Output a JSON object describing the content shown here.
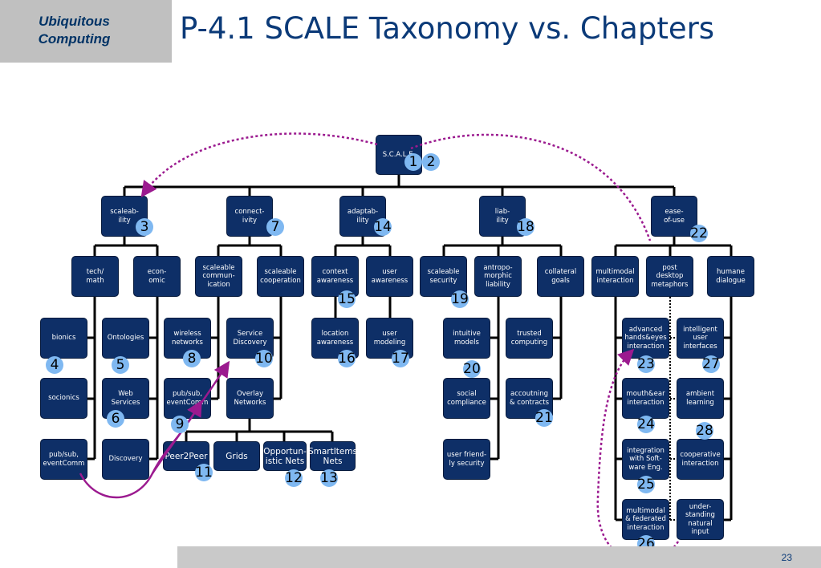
{
  "header": {
    "corner_label": "Ubiquitous\nComputing",
    "title": "P-4.1 SCALE Taxonomy vs. Chapters"
  },
  "footer": {
    "page_number": "23"
  },
  "colors": {
    "node_fill": "#0e2f67",
    "badge_fill": "#7fb8f1",
    "connector": "#000000",
    "arrow": "#9b1a8f",
    "title": "#0b3a78"
  },
  "nodes": {
    "root": "S.C.A.L.E.",
    "scaleability": "scaleab-\nility",
    "connectivity": "connect-\nivity",
    "adaptability": "adaptab-\nility",
    "liability": "liab-\nility",
    "ease_of_use": "ease-\nof-use",
    "tech_math": "tech/\nmath",
    "economic": "econ-\nomic",
    "scaleable_communication": "scaleable\ncommun-\nication",
    "scaleable_cooperation": "scaleable\ncooperation",
    "context_awareness": "context\nawareness",
    "user_awareness": "user\nawareness",
    "scaleable_security": "scaleable\nsecurity",
    "antropomorphic_liability": "antropo-\nmorphic\nliability",
    "collateral_goals": "collateral\ngoals",
    "multimodal_interaction": "multimodal\ninteraction",
    "post_desktop_metaphors": "post\ndesktop\nmetaphors",
    "humane_dialogue": "humane\ndialogue",
    "bionics": "bionics",
    "ontologies": "Ontologies",
    "wireless_networks": "wireless\nnetworks",
    "service_discovery": "Service\nDiscovery",
    "location_awareness": "location\nawareness",
    "user_modeling": "user\nmodeling",
    "intuitive_models": "intuitive\nmodels",
    "trusted_computing": "trusted\ncomputing",
    "advanced_hands_eyes": "advanced\nhands&eyes\ninteraction",
    "intelligent_user_interfaces": "intelligent\nuser\ninterfaces",
    "socionics": "socionics",
    "web_services": "Web\nServices",
    "pubsub_eventcomm_mid": "pub/sub,\neventComm",
    "overlay_networks": "Overlay\nNetworks",
    "social_compliance": "social\ncompliance",
    "accounting_contracts": "accoutning\n& contracts",
    "mouth_ear": "mouth&ear\ninteraction",
    "ambient_learning": "ambient\nlearning",
    "pubsub_eventcomm_left": "pub/sub,\neventComm",
    "discovery": "Discovery",
    "peer2peer": "Peer2Peer",
    "grids": "Grids",
    "opportunistic_nets": "Opportun-\nistic Nets",
    "smartitems_nets": "SmartItems\nNets",
    "user_friendly_security": "user friend-\nly security",
    "integration_soft_eng": "integration\nwith Soft-\nware Eng.",
    "cooperative_interaction": "cooperative\ninteraction",
    "multimodal_federated": "multimodal\n& federated\ninteraction",
    "understanding_natural_input": "under-\nstanding\nnatural\ninput"
  },
  "badges": {
    "b1": "1",
    "b2": "2",
    "b3": "3",
    "b4": "4",
    "b5": "5",
    "b6": "6",
    "b7": "7",
    "b8": "8",
    "b9": "9",
    "b10": "10",
    "b11": "11",
    "b12": "12",
    "b13": "13",
    "b14": "14",
    "b15": "15",
    "b16": "16",
    "b17": "17",
    "b18": "18",
    "b19": "19",
    "b20": "20",
    "b21": "21",
    "b22": "22",
    "b23": "23",
    "b24": "24",
    "b25": "25",
    "b26": "26",
    "b27": "27",
    "b28": "28"
  }
}
